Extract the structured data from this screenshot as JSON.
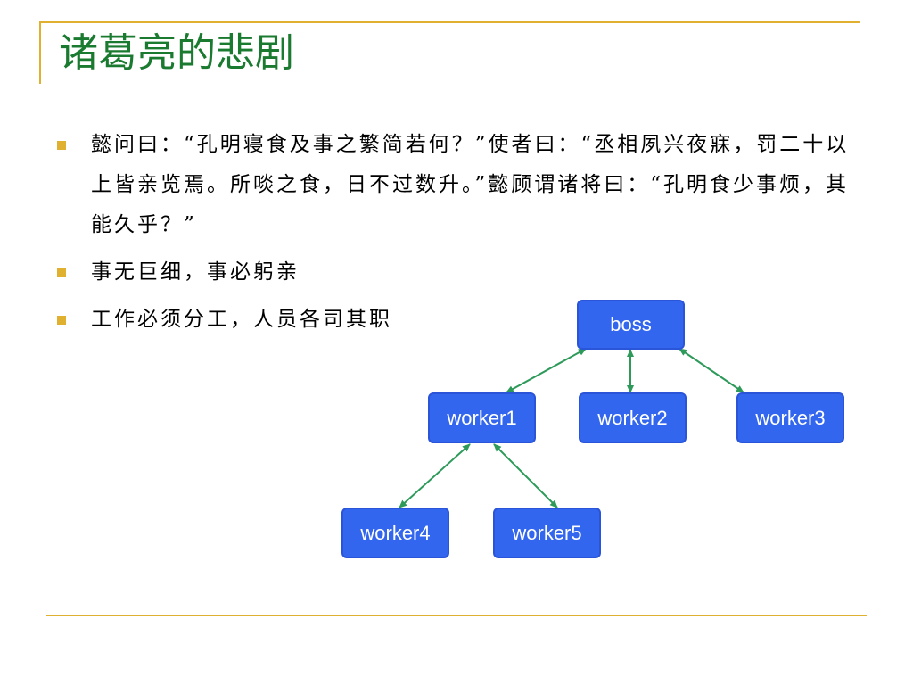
{
  "slide": {
    "title": "诸葛亮的悲剧",
    "bullets": [
      "懿问曰：“孔明寝食及事之繁简若何？”使者曰：“丞相夙兴夜寐，罚二十以上皆亲览焉。所啖之食，日不过数升。”懿顾谓诸将曰：“孔明食少事烦，其能久乎？”",
      "事无巨细，事必躬亲",
      "工作必须分工，人员各司其职"
    ]
  },
  "diagram": {
    "nodes": {
      "boss": "boss",
      "worker1": "worker1",
      "worker2": "worker2",
      "worker3": "worker3",
      "worker4": "worker4",
      "worker5": "worker5"
    }
  },
  "colors": {
    "title": "#1a7a30",
    "accent_rule": "#e0b030",
    "node_fill": "#3366ee",
    "edge": "#2e9a5a"
  }
}
